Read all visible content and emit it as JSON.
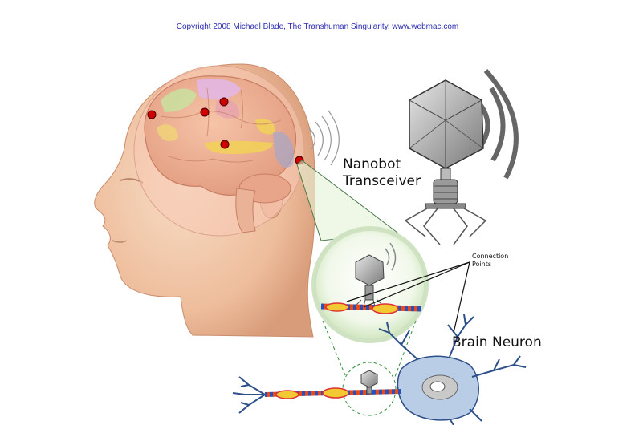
{
  "copyright": "Copyright 2008 Michael Blade, The Transhuman Singularity, www.webmac.com",
  "labels": {
    "nanobot_line1": "Nanobot",
    "nanobot_line2": "Transceiver",
    "connection_line1": "Connection",
    "connection_line2": "Points",
    "brain_neuron": "Brain Neuron"
  },
  "colors": {
    "skin": "#f0c8a8",
    "brain": "#f0b89a",
    "marker": "#d10000",
    "lens_green": "#d9eccb",
    "neuron_blue": "#b9cde6",
    "copyright_text": "#2a2ab0"
  }
}
